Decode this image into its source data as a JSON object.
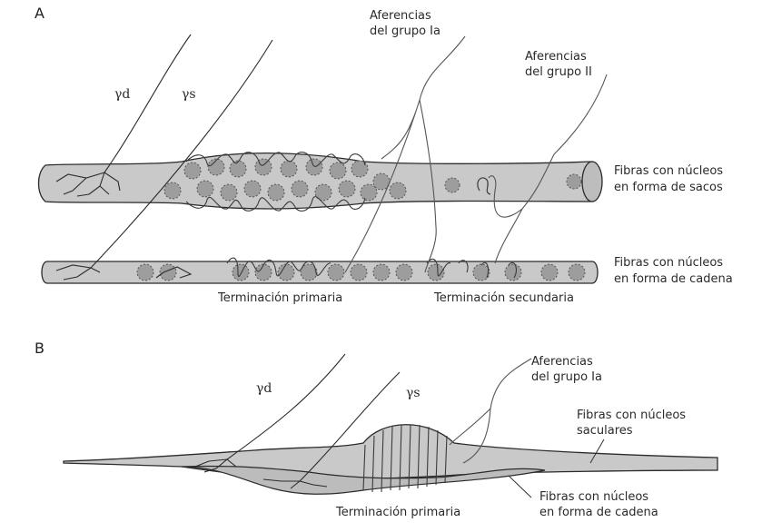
{
  "panel_a": {
    "letter": "A",
    "gamma_d": "γd",
    "gamma_s": "γs",
    "afferent_ia_line1": "Aferencias",
    "afferent_ia_line2": "del grupo Ia",
    "afferent_ii_line1": "Aferencias",
    "afferent_ii_line2": "del grupo II",
    "bag_fibers_line1": "Fibras con núcleos",
    "bag_fibers_line2": "en forma de sacos",
    "chain_fibers_line1": "Fibras con núcleos",
    "chain_fibers_line2": "en forma de cadena",
    "primary_ending": "Terminación primaria",
    "secondary_ending": "Terminación secundaria"
  },
  "panel_b": {
    "letter": "B",
    "gamma_d": "γd",
    "gamma_s": "γs",
    "afferent_ia_line1": "Aferencias",
    "afferent_ia_line2": "del grupo Ia",
    "saccular_line1": "Fibras con núcleos",
    "saccular_line2": "saculares",
    "chain_line1": "Fibras con núcleos",
    "chain_line2": "en forma de cadena",
    "primary_ending": "Terminación primaria"
  },
  "colors": {
    "fiber_fill": "#c9c9c9",
    "nucleus_fill": "#9d9d9d",
    "stroke": "#2b2b2b",
    "nerve": "#3a3a3a"
  }
}
